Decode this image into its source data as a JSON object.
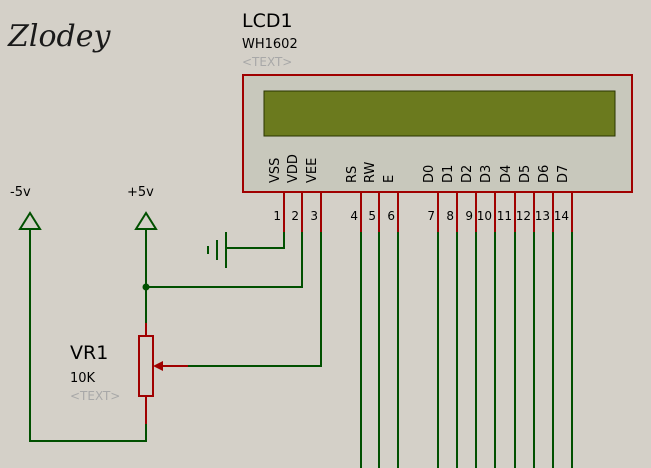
{
  "watermark": "Zlodey",
  "lcd": {
    "ref": "LCD1",
    "model": "WH1602",
    "text_placeholder": "<TEXT>",
    "pins": [
      {
        "name": "VSS",
        "number": "1"
      },
      {
        "name": "VDD",
        "number": "2"
      },
      {
        "name": "VEE",
        "number": "3"
      },
      {
        "name": "RS",
        "number": "4"
      },
      {
        "name": "RW",
        "number": "5"
      },
      {
        "name": "E",
        "number": "6"
      },
      {
        "name": "D0",
        "number": "7"
      },
      {
        "name": "D1",
        "number": "8"
      },
      {
        "name": "D2",
        "number": "9"
      },
      {
        "name": "D3",
        "number": "10"
      },
      {
        "name": "D4",
        "number": "11"
      },
      {
        "name": "D5",
        "number": "12"
      },
      {
        "name": "D6",
        "number": "13"
      },
      {
        "name": "D7",
        "number": "14"
      }
    ]
  },
  "terminals": {
    "neg": "-5v",
    "pos": "+5v"
  },
  "pot": {
    "ref": "VR1",
    "value": "10K",
    "text_placeholder": "<TEXT>"
  },
  "colors": {
    "background": "#d4d0c8",
    "wire": "#005000",
    "component": "#a00000",
    "lcd_body": "#c8c8bc",
    "lcd_screen": "#6b7a1e"
  }
}
